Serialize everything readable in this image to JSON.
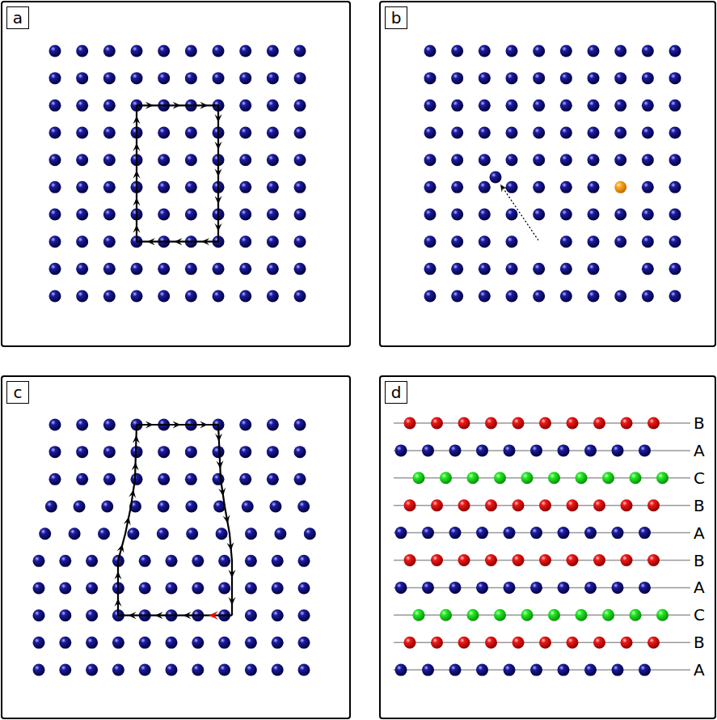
{
  "diagram": {
    "nodes": [
      {
        "text": [
          "a"
        ]
      },
      {
        "text": [
          "b"
        ]
      },
      {
        "text": [
          "c"
        ]
      },
      {
        "text": [
          "d"
        ]
      }
    ],
    "labels": [
      "B",
      "A",
      "C",
      "B",
      "A",
      "B",
      "A",
      "C",
      "B",
      "A"
    ]
  }
}
